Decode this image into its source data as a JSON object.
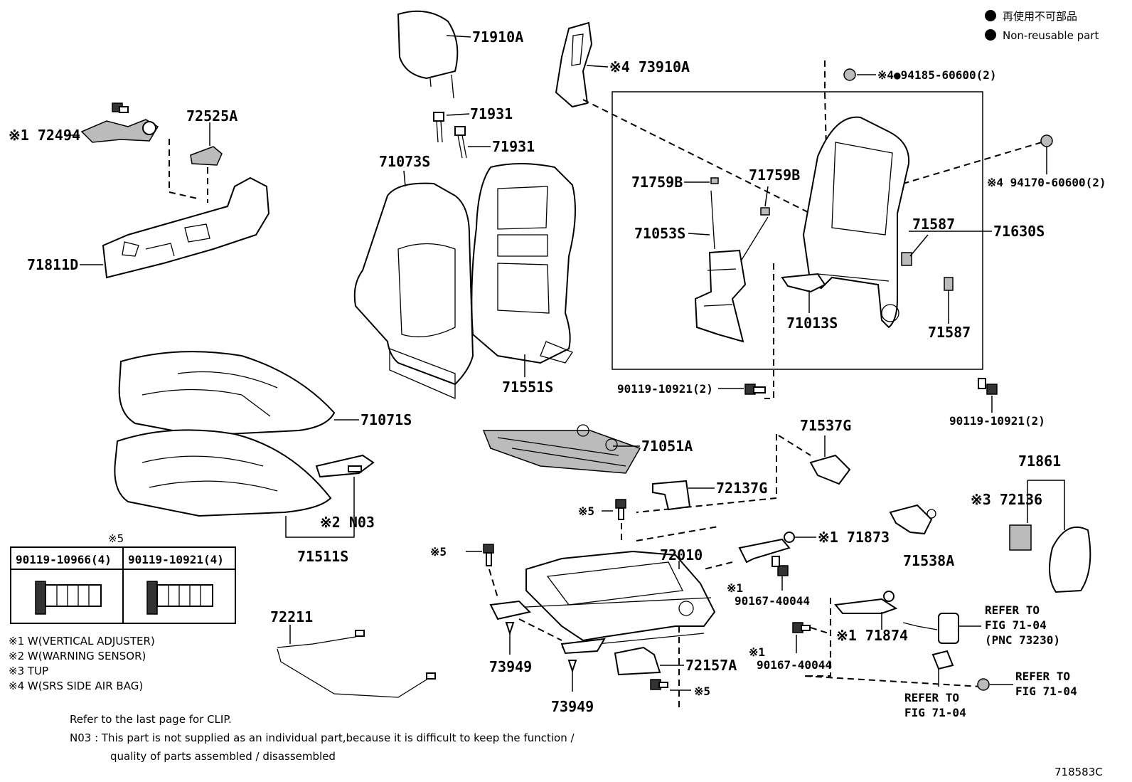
{
  "legend": {
    "bullet_color": "#000000",
    "line1": "再使用不可部品",
    "line2": "Non-reusable part"
  },
  "labels": {
    "p71910A": "71910A",
    "p73910A": "※4 73910A",
    "p94185": "※4●94185-60600(2)",
    "p71931a": "71931",
    "p71931b": "71931",
    "p72525A": "72525A",
    "p72494": "※1 72494",
    "p71073S": "71073S",
    "p71759B_a": "71759B",
    "p71759B_b": "71759B",
    "p94170": "※4 94170-60600(2)",
    "p71053S": "71053S",
    "p71587a": "71587",
    "p71630S": "71630S",
    "p71811D": "71811D",
    "p71013S": "71013S",
    "p71587b": "71587",
    "p71551S": "71551S",
    "p90119a": "90119-10921(2)",
    "p90119b": "90119-10921(2)",
    "p71071S": "71071S",
    "p71537G": "71537G",
    "p71051A": "71051A",
    "p71861": "71861",
    "p72137G": "72137G",
    "p72136": "※3 72136",
    "pN03": "※2 N03",
    "pStar5a": "※5",
    "p71873": "※1 71873",
    "p71538A": "71538A",
    "pStar5b": "※5",
    "p72010": "72010",
    "p71511S": "71511S",
    "p90167a": "90167-40044",
    "p90167a_mark": "※1",
    "pRefer1a": "REFER TO",
    "pRefer1b": "FIG 71-04",
    "pRefer1c": "(PNC 73230)",
    "p72211": "72211",
    "p71874": "※1 71874",
    "p73949a": "73949",
    "p72157A": "72157A",
    "p90167b_mark": "※1",
    "p90167b": "90167-40044",
    "pRefer2a": "REFER TO",
    "pRefer2b": "FIG 71-04",
    "pStar5c": "※5",
    "pRefer3a": "REFER TO",
    "pRefer3b": "FIG 71-04",
    "p73949b": "73949"
  },
  "bolt_table": {
    "mark": "※5",
    "col1": "90119-10966(4)",
    "col2": "90119-10921(4)"
  },
  "footnotes": {
    "n1": "※1 W(VERTICAL ADJUSTER)",
    "n2": "※2 W(WARNING SENSOR)",
    "n3": "※3 TUP",
    "n4": "※4 W(SRS SIDE AIR BAG)"
  },
  "notes": {
    "clip": "Refer to the last page for CLIP.",
    "n03_line1": "N03 : This part is not supplied as an individual part,because it is difficult to keep the function /",
    "n03_line2": "quality of parts assembled / disassembled",
    "figure_code": "718583C"
  }
}
